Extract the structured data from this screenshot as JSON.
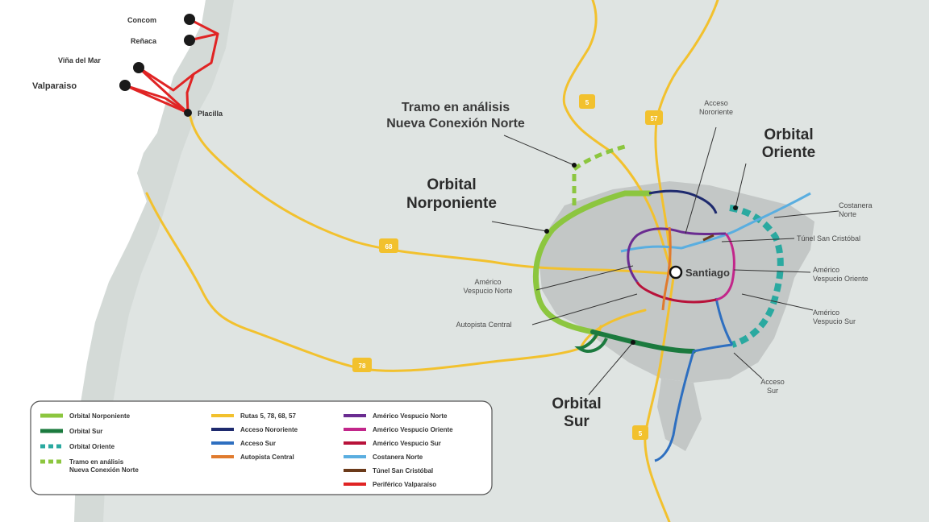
{
  "labels": {
    "concon": "Concom",
    "renaca": "Reñaca",
    "vina": "Viña del Mar",
    "valparaiso": "Valparaiso",
    "placilla": "Placilla",
    "tramo_line1": "Tramo en análisis",
    "tramo_line2": "Nueva Conexión Norte",
    "orbital_np_1": "Orbital",
    "orbital_np_2": "Norponiente",
    "orbital_or_1": "Orbital",
    "orbital_or_2": "Oriente",
    "orbital_sur_1": "Orbital",
    "orbital_sur_2": "Sur",
    "santiago": "Santiago",
    "acceso_nor_1": "Acceso",
    "acceso_nor_2": "Nororiente",
    "costanera_1": "Costanera",
    "costanera_2": "Norte",
    "tunel": "Túnel San Cristóbal",
    "av_oriente_1": "Américo",
    "av_oriente_2": "Vespucio Oriente",
    "av_sur_1": "Américo",
    "av_sur_2": "Vespucio Sur",
    "av_norte_1": "Américo",
    "av_norte_2": "Vespucio Norte",
    "autopista_central": "Autopista Central",
    "acceso_sur_1": "Acceso",
    "acceso_sur_2": "Sur"
  },
  "shields": {
    "r5_north": "5",
    "r57": "57",
    "r68": "68",
    "r78": "78",
    "r5_south": "5"
  },
  "legend": {
    "col1": [
      {
        "label": "Orbital Norponiente",
        "color": "#8cc63f",
        "dashed": false
      },
      {
        "label": "Orbital Sur",
        "color": "#1b7a3e",
        "dashed": false
      },
      {
        "label": "Orbital Oriente",
        "color": "#2aa9a0",
        "dashed": true
      },
      {
        "label": "Tramo en análisis",
        "label2": "Nueva Conexión Norte",
        "color": "#8cc63f",
        "dashed": true
      }
    ],
    "col2": [
      {
        "label": "Rutas 5, 78, 68, 57",
        "color": "#f2c12e"
      },
      {
        "label": "Acceso Nororiente",
        "color": "#1e2a6e"
      },
      {
        "label": "Acceso Sur",
        "color": "#2e6fc0"
      },
      {
        "label": "Autopista Central",
        "color": "#e07b2e"
      }
    ],
    "col3": [
      {
        "label": "Américo Vespucio Norte",
        "color": "#6a2c91"
      },
      {
        "label": "Américo Vespucio Oriente",
        "color": "#c2268a"
      },
      {
        "label": "Américo Vespucio Sur",
        "color": "#b8123a"
      },
      {
        "label": "Costanera Norte",
        "color": "#5aaee0"
      },
      {
        "label": "Túnel San Cristóbal",
        "color": "#6b3a1a"
      },
      {
        "label": "Periférico Valparaíso",
        "color": "#e02424"
      }
    ]
  }
}
